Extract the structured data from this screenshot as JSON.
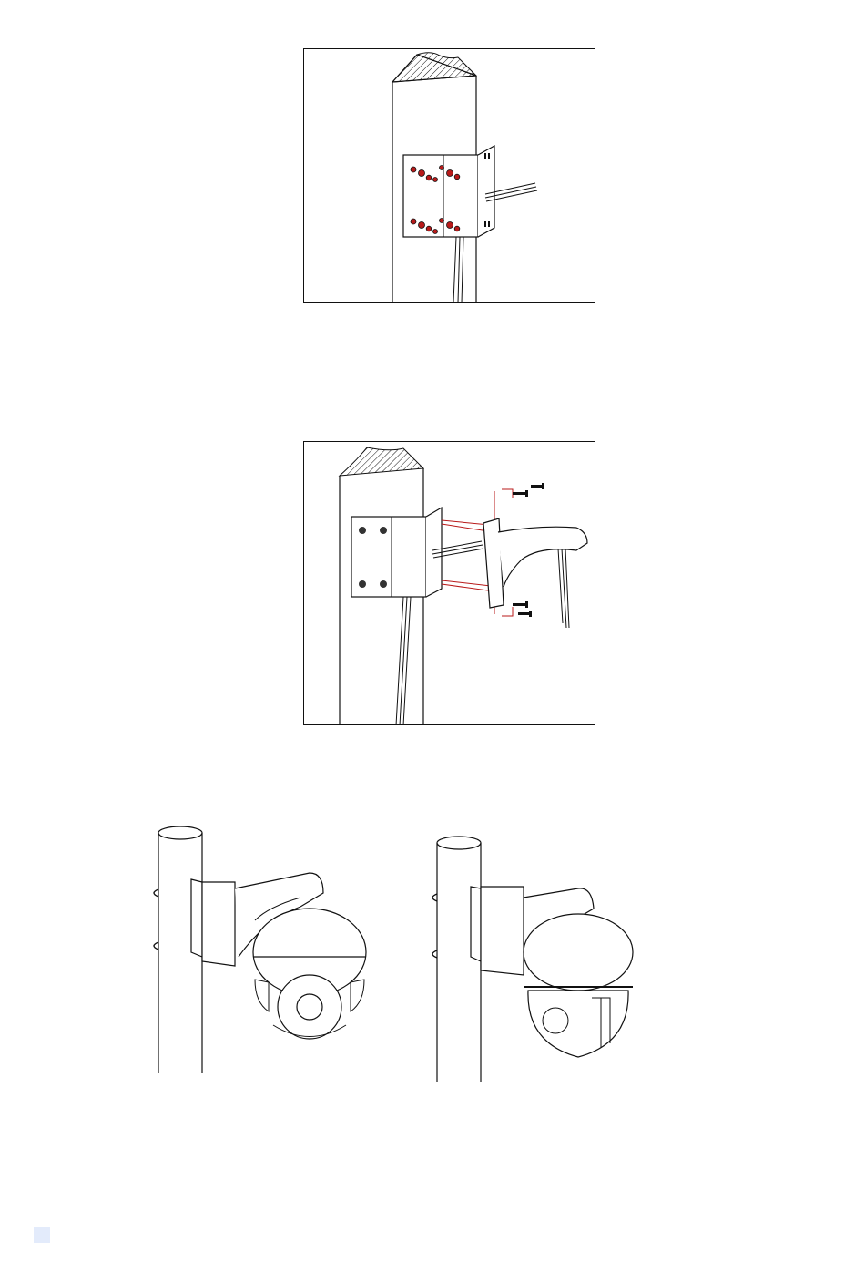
{
  "page": {
    "figures": [
      {
        "id": "figure-1",
        "desc_icon": "pole-adapter-box-icon"
      },
      {
        "id": "figure-2",
        "desc_icon": "wall-bracket-exploded-icon"
      },
      {
        "id": "figure-3",
        "desc_icon": "pole-mounted-camera-icon"
      },
      {
        "id": "figure-4",
        "desc_icon": "pole-mounted-camera-icon"
      }
    ],
    "colors": {
      "line": "#111111",
      "screw": "#b81a1a",
      "marker": "#e3ebfb"
    }
  }
}
